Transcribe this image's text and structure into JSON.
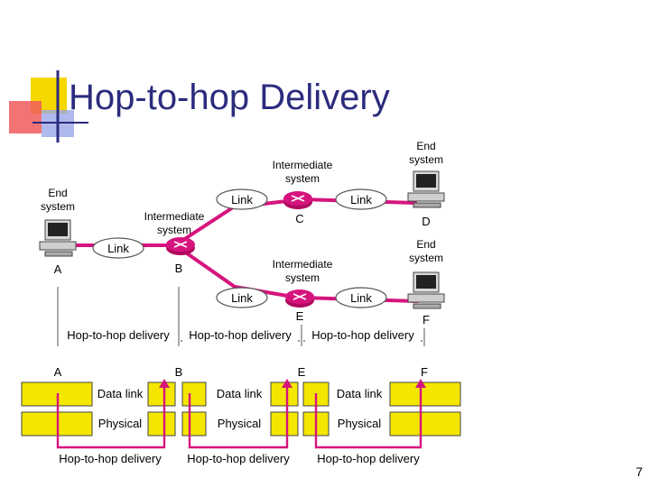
{
  "slide": {
    "title": "Hop-to-hop Delivery",
    "page_number": "7"
  },
  "network": {
    "end_system_label": "End\nsystem",
    "intermediate_label": "Intermediate\nsystem",
    "link_label": "Link",
    "nodes": {
      "A": "A",
      "B": "B",
      "C": "C",
      "D": "D",
      "E": "E",
      "F": "F"
    }
  },
  "hops": {
    "label": "Hop-to-hop delivery"
  },
  "stack": {
    "data_link": "Data link",
    "physical": "Physical"
  },
  "colors": {
    "title": "#2b2c7e",
    "link_line": "#d6147e",
    "layer_box": "#f5e600",
    "router": "#d6147e",
    "arrow": "#d6147e"
  }
}
